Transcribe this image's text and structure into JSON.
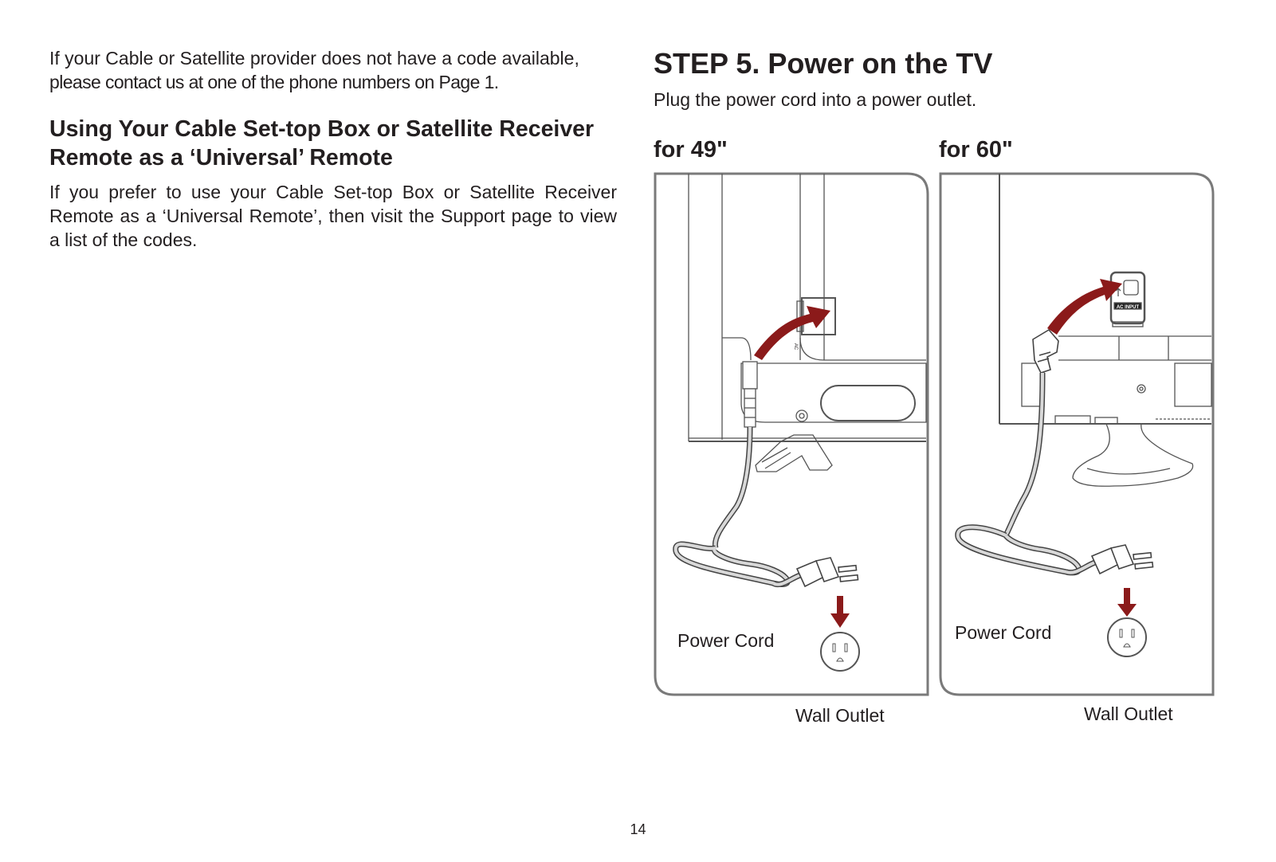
{
  "left": {
    "intro_line1": "If your Cable or Satellite provider does not have a code available,",
    "intro_line2": "please contact us at one of the phone numbers on Page 1.",
    "heading": "Using Your Cable Set-top Box or Satellite Receiver Remote as a ‘Universal’ Remote",
    "body": "If you prefer to use your Cable Set-top Box or Satellite Receiver Remote as a ‘Universal Remote’, then visit the Support page to view a list of the codes."
  },
  "step": {
    "title": "STEP 5. Power on the TV",
    "subtitle": "Plug the power cord into a power outlet."
  },
  "panels": [
    {
      "title": "for 49\"",
      "cord_label": "Power Cord",
      "outlet_label": "Wall Outlet",
      "port_label": "AC"
    },
    {
      "title": "for 60\"",
      "cord_label": "Power Cord",
      "outlet_label": "Wall Outlet",
      "port_label": "AC INPUT"
    }
  ],
  "colors": {
    "arrow": "#8b1a1a",
    "frame": "#7a7a7a",
    "text": "#231f20"
  },
  "page_number": "14"
}
